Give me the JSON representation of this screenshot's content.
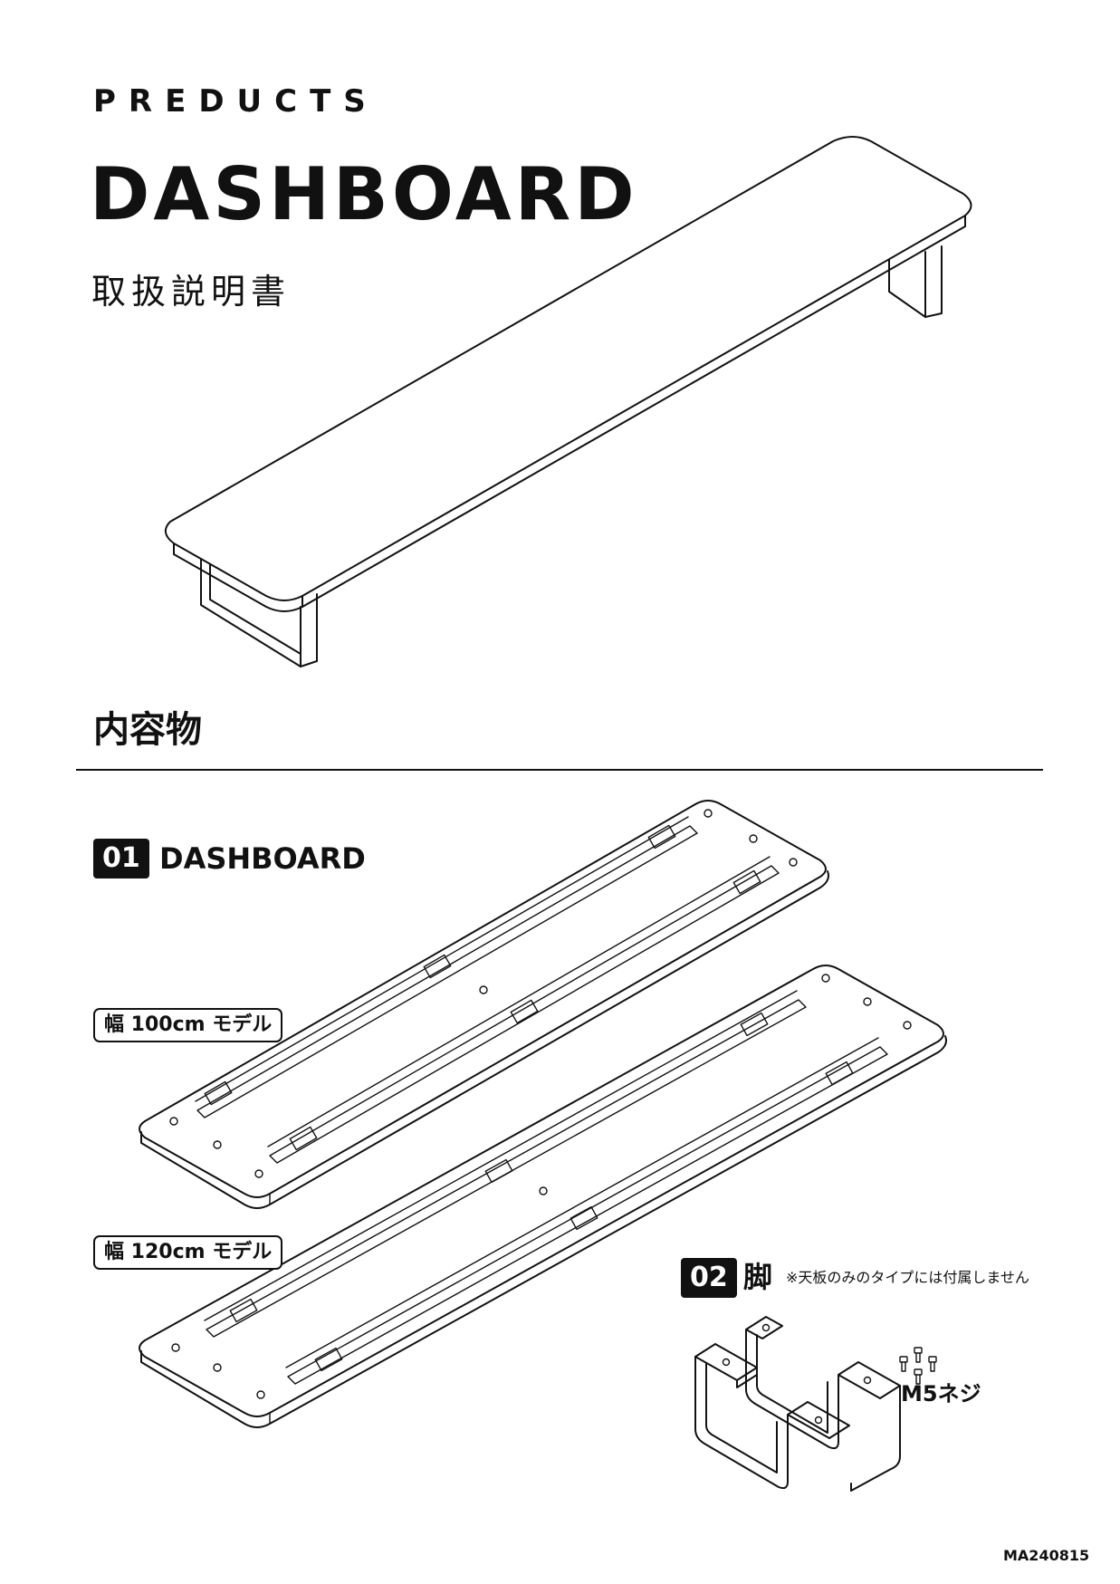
{
  "header": {
    "brand": "PREDUCTS",
    "product_name": "DASHBOARD",
    "subtitle": "取扱説明書"
  },
  "contents": {
    "title": "内容物",
    "items": [
      {
        "number": "01",
        "name": "DASHBOARD",
        "models": [
          "幅 100cm モデル",
          "幅 120cm モデル"
        ]
      },
      {
        "number": "02",
        "name": "脚",
        "note": "※天板のみのタイプには付属しません",
        "accessory": "M5ネジ"
      }
    ]
  },
  "footer": {
    "document_code": "MA240815"
  }
}
